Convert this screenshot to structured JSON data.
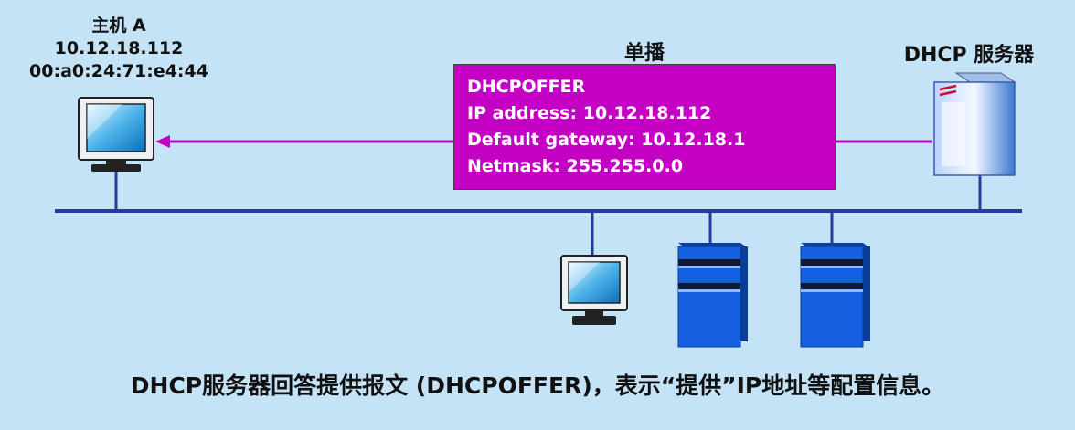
{
  "host": {
    "name": "主机 A",
    "ip": "10.12.18.112",
    "mac": "00:a0:24:71:e4:44"
  },
  "unicast_label": "单播",
  "server_label": "DHCP 服务器",
  "offer": {
    "title": "DHCPOFFER",
    "ip_line": "IP address: 10.12.18.112",
    "gateway_line": "Default gateway: 10.12.18.1",
    "netmask_line": "Netmask: 255.255.0.0"
  },
  "caption": "DHCP服务器回答提供报文 (DHCPOFFER)，表示“提供”IP地址等配置信息。",
  "colors": {
    "background": "#c5e3f6",
    "bus": "#2b3a9a",
    "message": "#c400c4",
    "server": "#1560e0"
  }
}
